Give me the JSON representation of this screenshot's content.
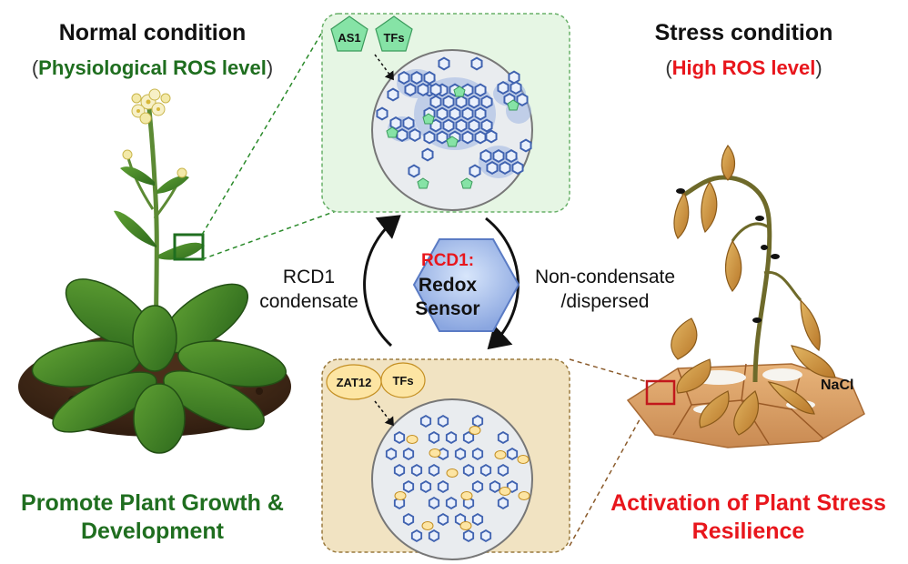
{
  "left": {
    "title": "Normal condition",
    "subtitle": "Physiological ROS level",
    "outcome_line1": "Promote Plant Growth &",
    "outcome_line2": "Development",
    "colors": {
      "accent": "#1f6e1f"
    }
  },
  "right": {
    "title": "Stress condition",
    "subtitle": "High ROS level",
    "outcome_line1": "Activation of Plant Stress",
    "outcome_line2": "Resilience",
    "salt_label": "NaCl",
    "colors": {
      "accent": "#e8161c"
    }
  },
  "center": {
    "protein_name": "RCD1:",
    "protein_role_line1": "Redox",
    "protein_role_line2": "Sensor",
    "left_arrow_line1": "RCD1",
    "left_arrow_line2": "condensate",
    "right_arrow_line1": "Non-condensate",
    "right_arrow_line2": "/dispersed"
  },
  "top_panel": {
    "factor_1": "AS1",
    "factor_2": "TFs",
    "state": "condensate",
    "colors": {
      "background": "#e6f6e4",
      "factor": "#86e3a6"
    }
  },
  "bottom_panel": {
    "factor_1": "ZAT12",
    "factor_2": "TFs",
    "state": "dispersed",
    "colors": {
      "background": "#f1e3c2",
      "factor": "#fde5a3"
    }
  }
}
